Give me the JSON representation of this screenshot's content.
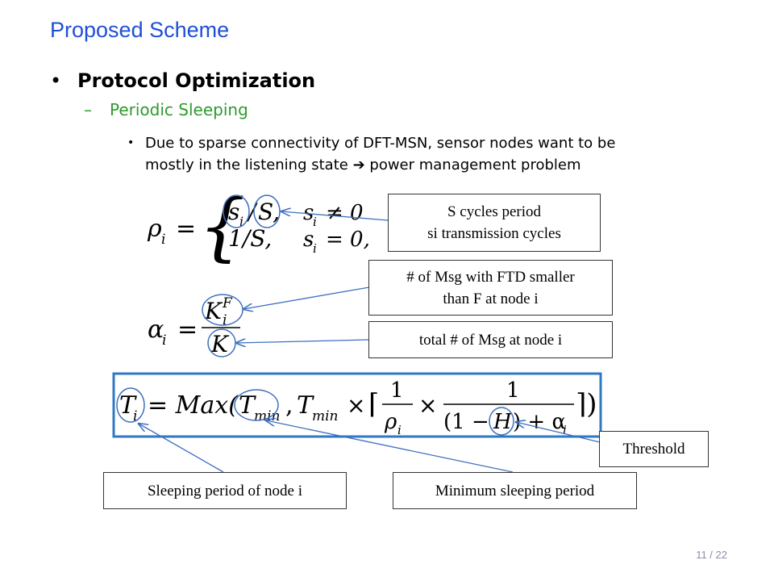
{
  "slide": {
    "title": "Proposed Scheme",
    "bullet": "Protocol Optimization",
    "sub_bullet": "Periodic Sleeping",
    "body_line1": "Due to sparse connectivity of DFT-MSN, sensor nodes want to be",
    "body_line2": "mostly in the listening state",
    "body_arrow": "➔",
    "body_line2b": "power management problem",
    "page": "11 / 22"
  },
  "equations": {
    "rho": {
      "lhs": "ρ",
      "lhs_sub": "i",
      "eq": "=",
      "case1_num": "s",
      "case1_sub": "i",
      "slash": "/",
      "case1_den": "S,",
      "case1_cond": "s",
      "case1_cond_sub": "i",
      "case1_rel": "≠ 0",
      "case2_expr": "1/S,",
      "case2_cond": "s",
      "case2_cond_sub": "i",
      "case2_rel": "= 0,"
    },
    "alpha": {
      "lhs": "α",
      "lhs_sub": "i",
      "eq": "=",
      "num": "K",
      "num_sup": "F",
      "num_sub": "i",
      "den": "K"
    },
    "T": {
      "lhs": "T",
      "lhs_sub": "i",
      "eq": "= Max(",
      "tmin1": "T",
      "tmin1_sub": "min",
      "comma": ",",
      "tmin2": "T",
      "tmin2_sub": "min",
      "times": "×",
      "ceil_l": "⌈",
      "f1_num": "1",
      "f1_den": "ρ",
      "f1_den_sub": "i",
      "times2": "×",
      "f2_num": "1",
      "f2_den_a": "(1 −",
      "f2_den_h": "H",
      "f2_den_b": ") + α",
      "f2_den_sub": "i",
      "ceil_r": "⌉)"
    }
  },
  "annotations": {
    "s_cycles_1": "S cycles period",
    "s_cycles_2": "si transmission cycles",
    "msg_ftd_1": "# of Msg with FTD smaller",
    "msg_ftd_2": "than F at node i",
    "total_msg": "total # of Msg at node i",
    "threshold": "Threshold",
    "sleep_period": "Sleeping period of node i",
    "min_sleep": "Minimum sleeping period"
  },
  "colors": {
    "title": "#1f4fd6",
    "sub_bullet": "#2e9a2e",
    "highlight_box": "#2f78c4",
    "circle": "#3f6fc0"
  }
}
